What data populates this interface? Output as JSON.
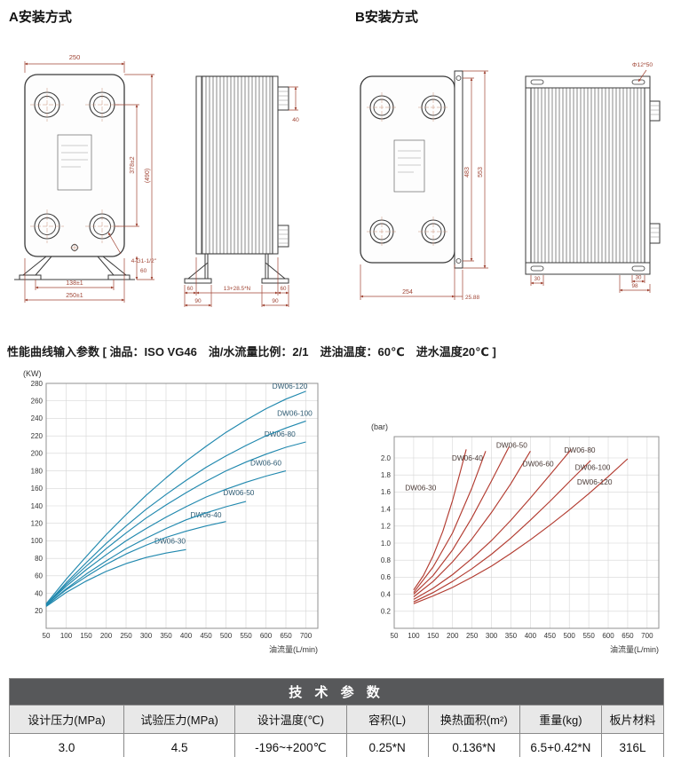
{
  "page": {
    "section_a_title": "A安装方式",
    "section_b_title": "B安装方式",
    "params_line": "性能曲线输入参数 [ 油品：ISO VG46　油/水流量比例：2/1　进油温度：60℃　进水温度20℃ ]"
  },
  "drawings": {
    "a_front": {
      "dim_width": "250",
      "dim_port_spacing": "378±2",
      "dim_overall": "(490)",
      "port_thread": "4-G1-1/2\"",
      "dim_stand_height": "60",
      "dim_feet_span": "138±1",
      "dim_base_width": "250±1"
    },
    "a_side": {
      "dim_port": "40",
      "dim_left": "60",
      "dim_stack": "13+28.5*N",
      "dim_right": "60",
      "dim_foot_left": "90",
      "dim_foot_right": "90"
    },
    "b_front": {
      "dim_port_spacing": "483",
      "dim_overall": "553",
      "dim_width": "254",
      "dim_offset": "25.88"
    },
    "b_side": {
      "dim_hole": "Φ12*50",
      "dim_slot_left": "30",
      "dim_slot_right": "30",
      "dim_end": "98"
    }
  },
  "chart_data": [
    {
      "type": "line",
      "unit_label": "(KW)",
      "xlabel": "油流量(L/min)",
      "xlim": [
        50,
        730
      ],
      "ylim": [
        0,
        280
      ],
      "x_ticks": [
        50,
        100,
        150,
        200,
        250,
        300,
        350,
        400,
        450,
        500,
        550,
        600,
        650,
        700
      ],
      "y_ticks": [
        20,
        40,
        60,
        80,
        100,
        120,
        140,
        160,
        180,
        200,
        220,
        240,
        260,
        280
      ],
      "y_decimals": 0,
      "grid": true,
      "line_color": "#2088ae",
      "label_color": "#2d5a72",
      "series": [
        {
          "name": "DW06-30",
          "x": [
            50,
            100,
            150,
            200,
            250,
            300,
            350,
            400
          ],
          "y": [
            25,
            41,
            54,
            65,
            74,
            81,
            86,
            90
          ],
          "label_x": 360,
          "label_y": 97
        },
        {
          "name": "DW06-40",
          "x": [
            50,
            100,
            150,
            200,
            250,
            300,
            350,
            400,
            450,
            500
          ],
          "y": [
            26,
            44,
            59,
            73,
            85,
            95,
            104,
            111,
            117,
            122
          ],
          "label_x": 450,
          "label_y": 127
        },
        {
          "name": "DW06-50",
          "x": [
            50,
            100,
            150,
            200,
            250,
            300,
            350,
            400,
            450,
            500,
            550
          ],
          "y": [
            26,
            45,
            62,
            77,
            91,
            103,
            114,
            124,
            132,
            139,
            145
          ],
          "label_x": 532,
          "label_y": 152
        },
        {
          "name": "DW06-60",
          "x": [
            50,
            100,
            150,
            200,
            250,
            300,
            350,
            400,
            450,
            500,
            550,
            600,
            650
          ],
          "y": [
            27,
            48,
            67,
            84,
            100,
            114,
            127,
            139,
            150,
            159,
            167,
            174,
            180
          ],
          "label_x": 600,
          "label_y": 186
        },
        {
          "name": "DW06-80",
          "x": [
            50,
            100,
            150,
            200,
            250,
            300,
            350,
            400,
            450,
            500,
            550,
            600,
            650,
            700
          ],
          "y": [
            27,
            50,
            71,
            91,
            109,
            126,
            141,
            155,
            168,
            180,
            190,
            199,
            207,
            213
          ],
          "label_x": 635,
          "label_y": 219
        },
        {
          "name": "DW06-100",
          "x": [
            50,
            100,
            150,
            200,
            250,
            300,
            350,
            400,
            450,
            500,
            550,
            600,
            650,
            700
          ],
          "y": [
            27,
            52,
            75,
            97,
            117,
            136,
            153,
            169,
            184,
            197,
            209,
            220,
            229,
            237
          ],
          "label_x": 672,
          "label_y": 243
        },
        {
          "name": "DW06-120",
          "x": [
            50,
            100,
            150,
            200,
            250,
            300,
            350,
            400,
            450,
            500,
            550,
            600,
            650,
            700
          ],
          "y": [
            28,
            56,
            82,
            107,
            130,
            152,
            172,
            191,
            208,
            224,
            238,
            251,
            262,
            271
          ],
          "label_x": 660,
          "label_y": 274
        }
      ]
    },
    {
      "type": "line",
      "unit_label": "(bar)",
      "xlabel": "油流量(L/min)",
      "xlim": [
        50,
        730
      ],
      "ylim": [
        0,
        2.25
      ],
      "x_ticks": [
        50,
        100,
        150,
        200,
        250,
        300,
        350,
        400,
        450,
        500,
        550,
        600,
        650,
        700
      ],
      "y_ticks": [
        0.2,
        0.4,
        0.6,
        0.8,
        1.0,
        1.2,
        1.4,
        1.6,
        1.8,
        2.0
      ],
      "y_decimals": 1,
      "grid": true,
      "line_color": "#b23b30",
      "label_color": "#4a3a36",
      "series": [
        {
          "name": "DW06-30",
          "x": [
            100,
            125,
            150,
            175,
            200,
            220,
            235
          ],
          "y": [
            0.45,
            0.62,
            0.85,
            1.14,
            1.5,
            1.84,
            2.1
          ],
          "label_x": 118,
          "label_y": 1.62
        },
        {
          "name": "DW06-40",
          "x": [
            100,
            150,
            200,
            250,
            285
          ],
          "y": [
            0.42,
            0.72,
            1.12,
            1.65,
            2.08
          ],
          "label_x": 238,
          "label_y": 1.97
        },
        {
          "name": "DW06-50",
          "x": [
            100,
            150,
            200,
            250,
            300,
            345
          ],
          "y": [
            0.4,
            0.62,
            0.92,
            1.3,
            1.73,
            2.13
          ],
          "label_x": 352,
          "label_y": 2.12
        },
        {
          "name": "DW06-60",
          "x": [
            100,
            150,
            200,
            250,
            300,
            350,
            400
          ],
          "y": [
            0.37,
            0.55,
            0.78,
            1.05,
            1.36,
            1.7,
            2.08
          ],
          "label_x": 420,
          "label_y": 1.9
        },
        {
          "name": "DW06-80",
          "x": [
            100,
            150,
            200,
            250,
            300,
            350,
            400,
            450,
            505
          ],
          "y": [
            0.34,
            0.47,
            0.63,
            0.82,
            1.03,
            1.27,
            1.53,
            1.8,
            2.1
          ],
          "label_x": 527,
          "label_y": 2.06
        },
        {
          "name": "DW06-100",
          "x": [
            100,
            150,
            200,
            250,
            300,
            350,
            400,
            450,
            500,
            555
          ],
          "y": [
            0.31,
            0.42,
            0.55,
            0.7,
            0.87,
            1.06,
            1.27,
            1.49,
            1.72,
            1.97
          ],
          "label_x": 560,
          "label_y": 1.86
        },
        {
          "name": "DW06-120",
          "x": [
            100,
            150,
            200,
            250,
            300,
            350,
            400,
            450,
            500,
            550,
            600,
            650
          ],
          "y": [
            0.29,
            0.38,
            0.48,
            0.6,
            0.73,
            0.88,
            1.04,
            1.21,
            1.39,
            1.58,
            1.78,
            1.99
          ],
          "label_x": 565,
          "label_y": 1.69
        }
      ]
    }
  ],
  "table": {
    "title": "技 术 参 数",
    "headers": [
      "设计压力(MPa)",
      "试验压力(MPa)",
      "设计温度(℃)",
      "容积(L)",
      "换热面积(m²)",
      "重量(kg)",
      "板片材料"
    ],
    "values": [
      "3.0",
      "4.5",
      "-196~+200℃",
      "0.25*N",
      "0.136*N",
      "6.5+0.42*N",
      "316L"
    ]
  }
}
